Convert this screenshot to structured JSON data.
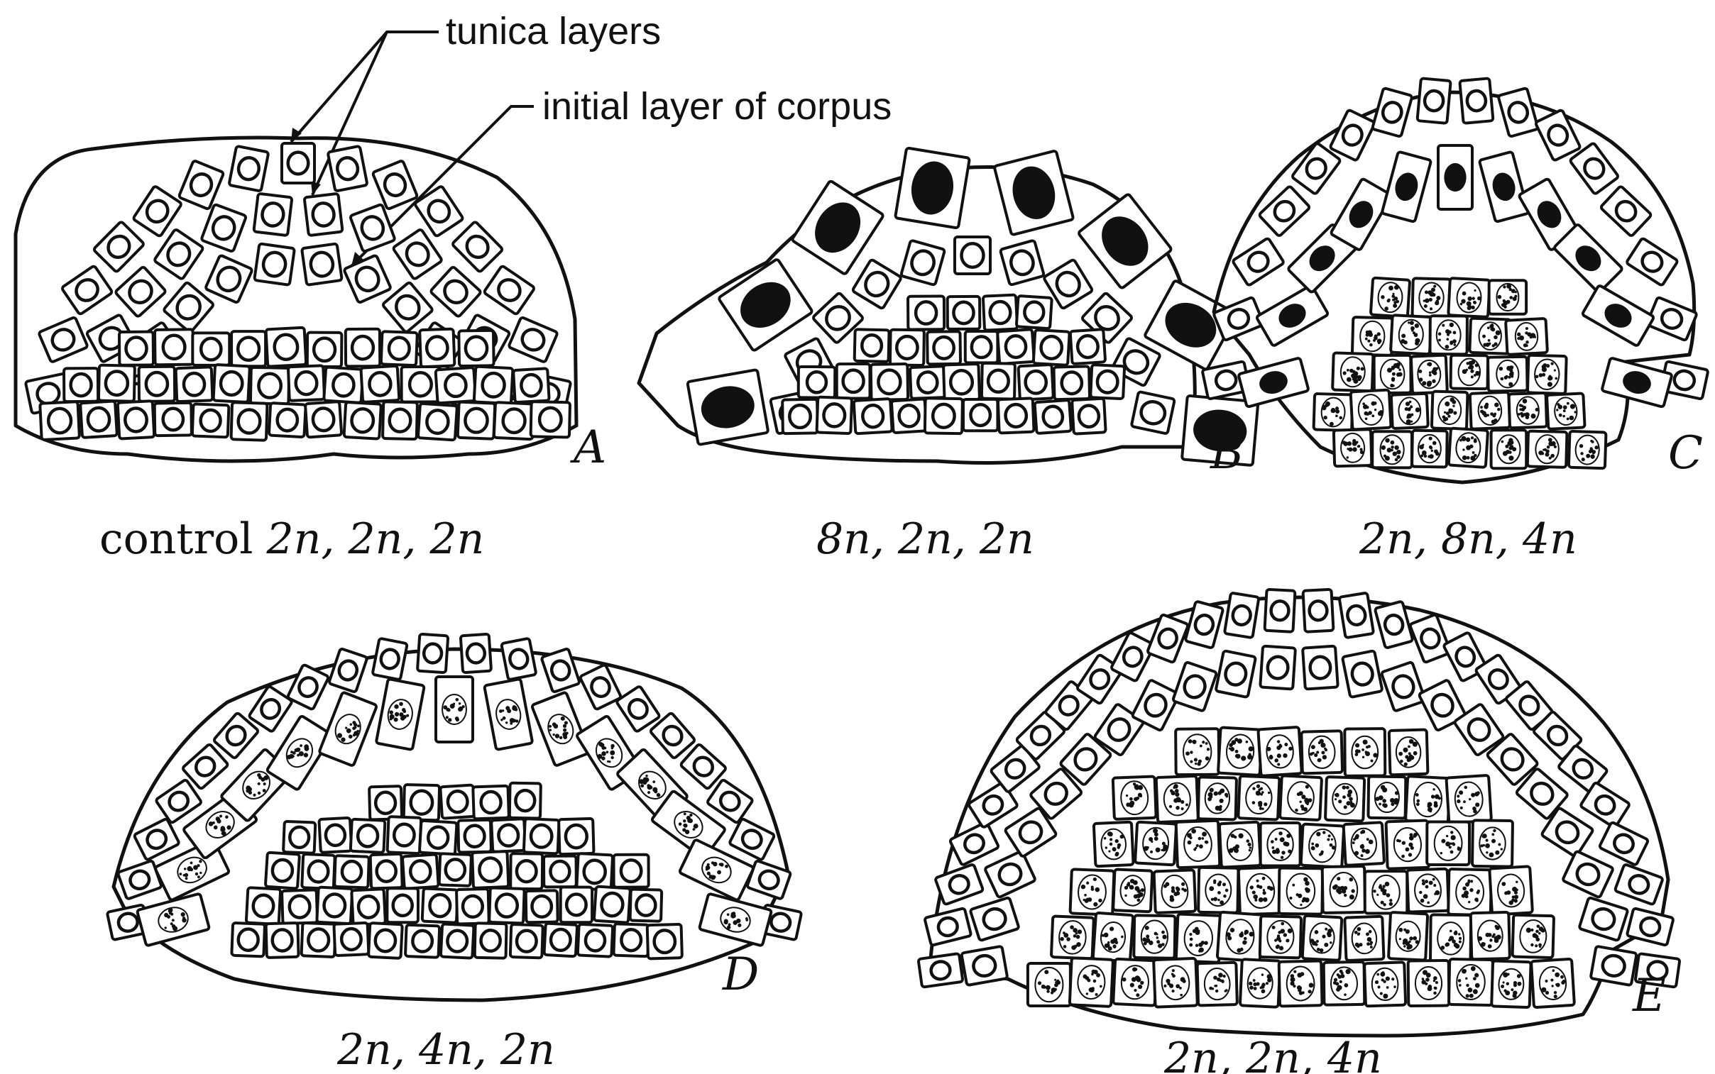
{
  "figure": {
    "annotations": {
      "tunica": "tunica layers",
      "corpus": "initial layer of corpus"
    },
    "panels": [
      {
        "id": "A",
        "letter": "A",
        "prefix": "control ",
        "caption": "2n, 2n, 2n",
        "layers": [
          "2n",
          "2n",
          "2n"
        ]
      },
      {
        "id": "B",
        "letter": "B",
        "prefix": "",
        "caption": "8n, 2n, 2n",
        "layers": [
          "8n",
          "2n",
          "2n"
        ]
      },
      {
        "id": "C",
        "letter": "C",
        "prefix": "",
        "caption": "2n, 8n, 4n",
        "layers": [
          "2n",
          "8n",
          "4n"
        ]
      },
      {
        "id": "D",
        "letter": "D",
        "prefix": "",
        "caption": "2n, 4n, 2n",
        "layers": [
          "2n",
          "4n",
          "2n"
        ]
      },
      {
        "id": "E",
        "letter": "E",
        "prefix": "",
        "caption": "2n, 2n, 4n",
        "layers": [
          "2n",
          "2n",
          "4n"
        ]
      }
    ],
    "nucleus_styles": {
      "2n": "open",
      "4n": "stippled",
      "8n": "solid"
    }
  }
}
